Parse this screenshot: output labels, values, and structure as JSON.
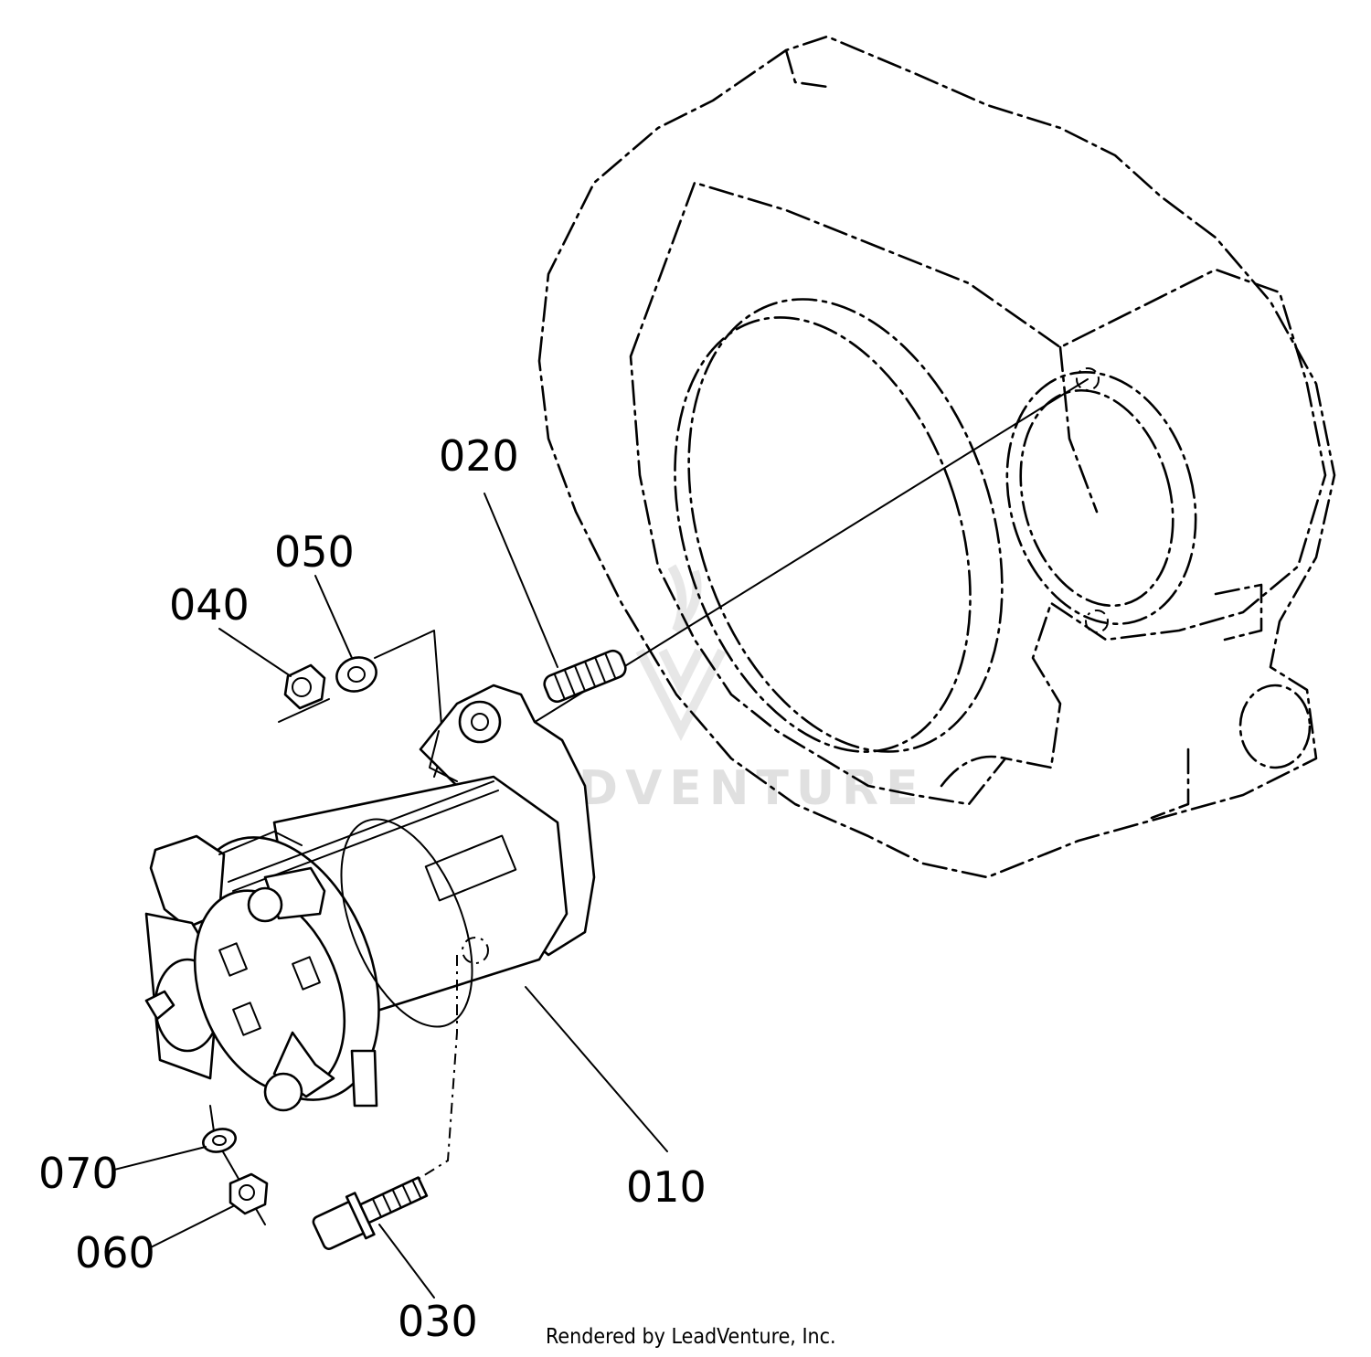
{
  "parts": {
    "p010": "010",
    "p020": "020",
    "p030": "030",
    "p040": "040",
    "p050": "050",
    "p060": "060",
    "p070": "070"
  },
  "watermark": "LEADVENTURE",
  "footer": {
    "credit": "Rendered by LeadVenture, Inc."
  }
}
